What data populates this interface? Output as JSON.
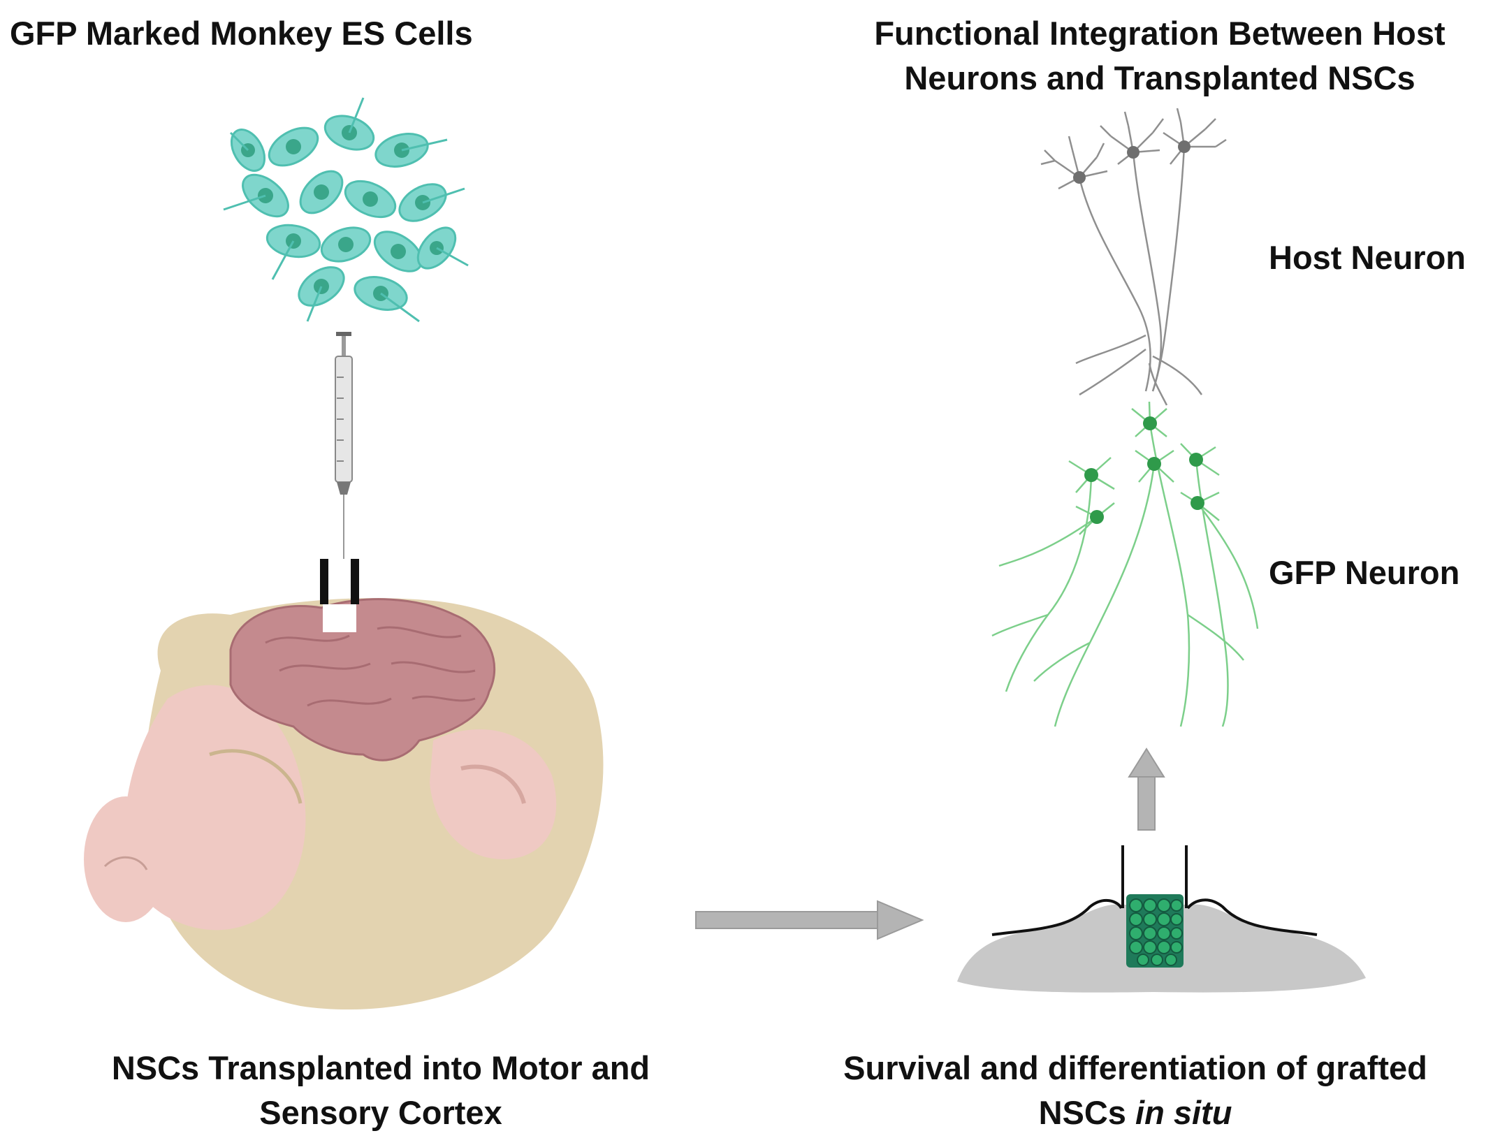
{
  "labels": {
    "es_cells_title": "GFP Marked Monkey ES Cells",
    "integration_title_line1": "Functional Integration Between Host",
    "integration_title_line2": "Neurons and Transplanted NSCs",
    "host_neuron": "Host Neuron",
    "gfp_neuron": "GFP Neuron",
    "transplant_line1": "NSCs Transplanted into Motor and",
    "transplant_line2": "Sensory Cortex",
    "survival_line1": "Survival and differentiation of grafted",
    "survival_line2_plain": "NSCs ",
    "survival_line2_italic": "in situ"
  },
  "colors": {
    "es_cell_fill": "#7fd6cc",
    "es_cell_nucleus": "#3aa68a",
    "host_neuron": "#8f8f8f",
    "gfp_neuron": "#7ccf8a",
    "gfp_soma": "#2f9a4a",
    "brain": "#c48a8e",
    "monkey_fur": "#e3d3b0",
    "monkey_skin": "#efc9c3",
    "arrow": "#b4b4b4",
    "tissue": "#c8c8c8",
    "graft": "#1f7a5a"
  },
  "icons": {
    "es_cells": "stem-cell-cluster-icon",
    "syringe": "syringe-icon",
    "monkey": "monkey-head-icon",
    "brain": "brain-icon",
    "host_neurons": "neuron-icon",
    "gfp_neurons": "neuron-icon",
    "graft_site": "tissue-graft-icon",
    "arrow_right": "arrow-right-icon",
    "arrow_up": "arrow-up-icon"
  }
}
